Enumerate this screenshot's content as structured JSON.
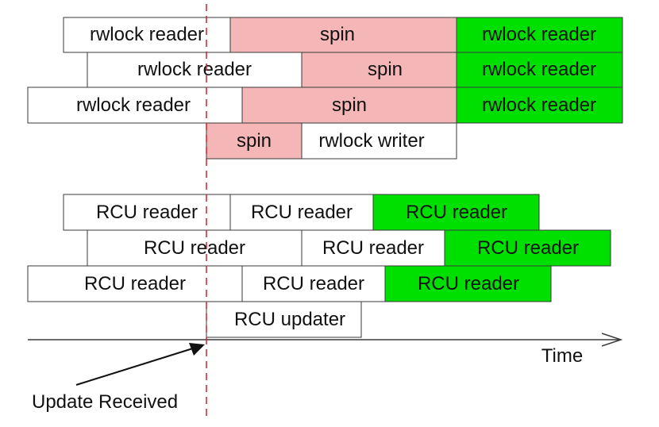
{
  "labels": {
    "rwlock_reader": "rwlock reader",
    "rwlock_writer": "rwlock writer",
    "spin": "spin",
    "rcu_reader": "RCU reader",
    "rcu_updater": "RCU updater",
    "time": "Time",
    "update_received": "Update Received"
  },
  "colors": {
    "white": "#ffffff",
    "pink": "#f4b6b6",
    "green": "#00e000",
    "dash": "#d0202a",
    "line": "#3a3a3a"
  }
}
